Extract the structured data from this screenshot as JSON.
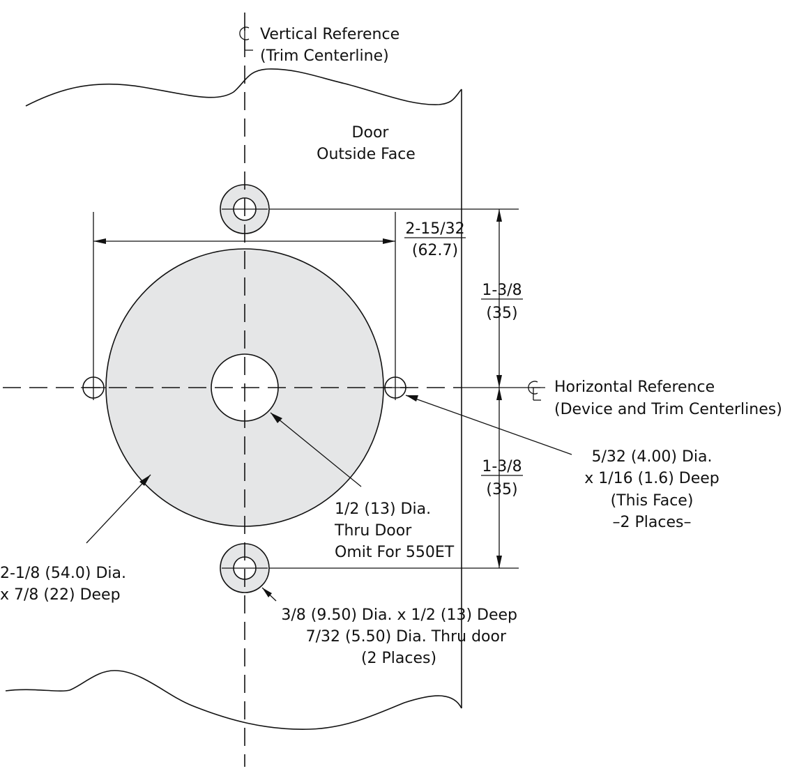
{
  "colors": {
    "line": "#111111",
    "shade": "#e5e6e7",
    "background": "#ffffff"
  },
  "icons": {
    "centerline_symbol": "centerline-symbol-icon"
  },
  "labels": {
    "vertical_reference": "Vertical Reference",
    "trim_centerline": "(Trim Centerline)",
    "door_line1": "Door",
    "door_line2": "Outside Face",
    "horizontal_reference": "Horizontal Reference",
    "device_trim_centerlines": "(Device and Trim Centerlines)"
  },
  "dimensions": {
    "width_fraction": "2-15/32",
    "width_metric": "(62.7)",
    "upper_fraction": "1-3/8",
    "upper_metric": "(35)",
    "lower_fraction": "1-3/8",
    "lower_metric": "(35)"
  },
  "callouts": {
    "small_hole_line1": "5/32 (4.00) Dia.",
    "small_hole_line2": "x 1/16 (1.6) Deep",
    "small_hole_line3": "(This Face)",
    "small_hole_line4": "–2 Places–",
    "center_hole_line1": "1/2 (13) Dia.",
    "center_hole_line2": "Thru Door",
    "center_hole_line3": "Omit For 550ET",
    "large_circle_line1": "2-1/8 (54.0) Dia.",
    "large_circle_line2": "x 7/8 (22) Deep",
    "bolt_hole_line1": "3/8 (9.50) Dia. x 1/2 (13) Deep",
    "bolt_hole_line2": "7/32 (5.50) Dia. Thru door",
    "bolt_hole_line3": "(2 Places)"
  }
}
